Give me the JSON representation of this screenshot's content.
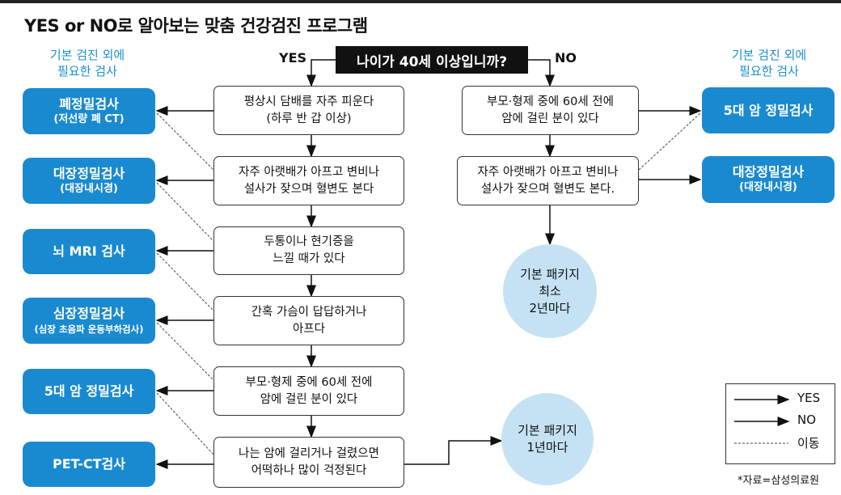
{
  "title": "YES or NO로 알아보는 맞춤 건강검진 프로그램",
  "side_header": {
    "line1": "기본 검진 외에",
    "line2": "필요한 검사"
  },
  "start": {
    "question": "나이가 40세 이상입니까?",
    "yes": "YES",
    "no": "NO"
  },
  "left_questions": [
    {
      "line1": "평상시 담배를 자주 피운다",
      "line2": "(하루 반 갑 이상)"
    },
    {
      "line1": "자주 아랫배가 아프고 변비나",
      "line2": "설사가 잦으며 혈변도 본다"
    },
    {
      "line1": "두통이나 현기증을",
      "line2": "느낄 때가 있다"
    },
    {
      "line1": "간혹 가슴이 답답하거나",
      "line2": "아프다"
    },
    {
      "line1": "부모·형제 중에 60세 전에",
      "line2": "암에 걸린 분이 있다"
    },
    {
      "line1": "나는 암에 걸리거나 걸렸으면",
      "line2": "어떡하나 많이 걱정된다"
    }
  ],
  "left_exams": [
    {
      "main": "폐정밀검사",
      "sub": "(저선량 폐 CT)"
    },
    {
      "main": "대장정밀검사",
      "sub": "(대장내시경)"
    },
    {
      "main": "뇌 MRI 검사",
      "sub": ""
    },
    {
      "main": "심장정밀검사",
      "sub": "(심장 초음파 운동부하검사)"
    },
    {
      "main": "5대 암 정밀검사",
      "sub": ""
    },
    {
      "main": "PET-CT검사",
      "sub": ""
    }
  ],
  "right_questions": [
    {
      "line1": "부모·형제 중에 60세 전에",
      "line2": "암에 걸린 분이 있다"
    },
    {
      "line1": "자주 아랫배가 아프고 변비나",
      "line2": "설사가 잦으며 혈변도 본다."
    }
  ],
  "right_exams": [
    {
      "main": "5대 암 정밀검사",
      "sub": ""
    },
    {
      "main": "대장정밀검사",
      "sub": "(대장내시경)"
    }
  ],
  "packages": {
    "right": {
      "line1": "기본 패키지",
      "line2": "최소",
      "line3": "2년마다"
    },
    "bottom": {
      "line1": "기본 패키지",
      "line2": "1년마다"
    }
  },
  "legend": {
    "yes": "YES",
    "no": "NO",
    "move": "이동"
  },
  "source": "*자료=삼성의료원",
  "colors": {
    "exam_box": "#1a8ad0",
    "side_header": "#1a8fcf",
    "package_circle": "#c5e2f4",
    "start_box": "#111111"
  }
}
